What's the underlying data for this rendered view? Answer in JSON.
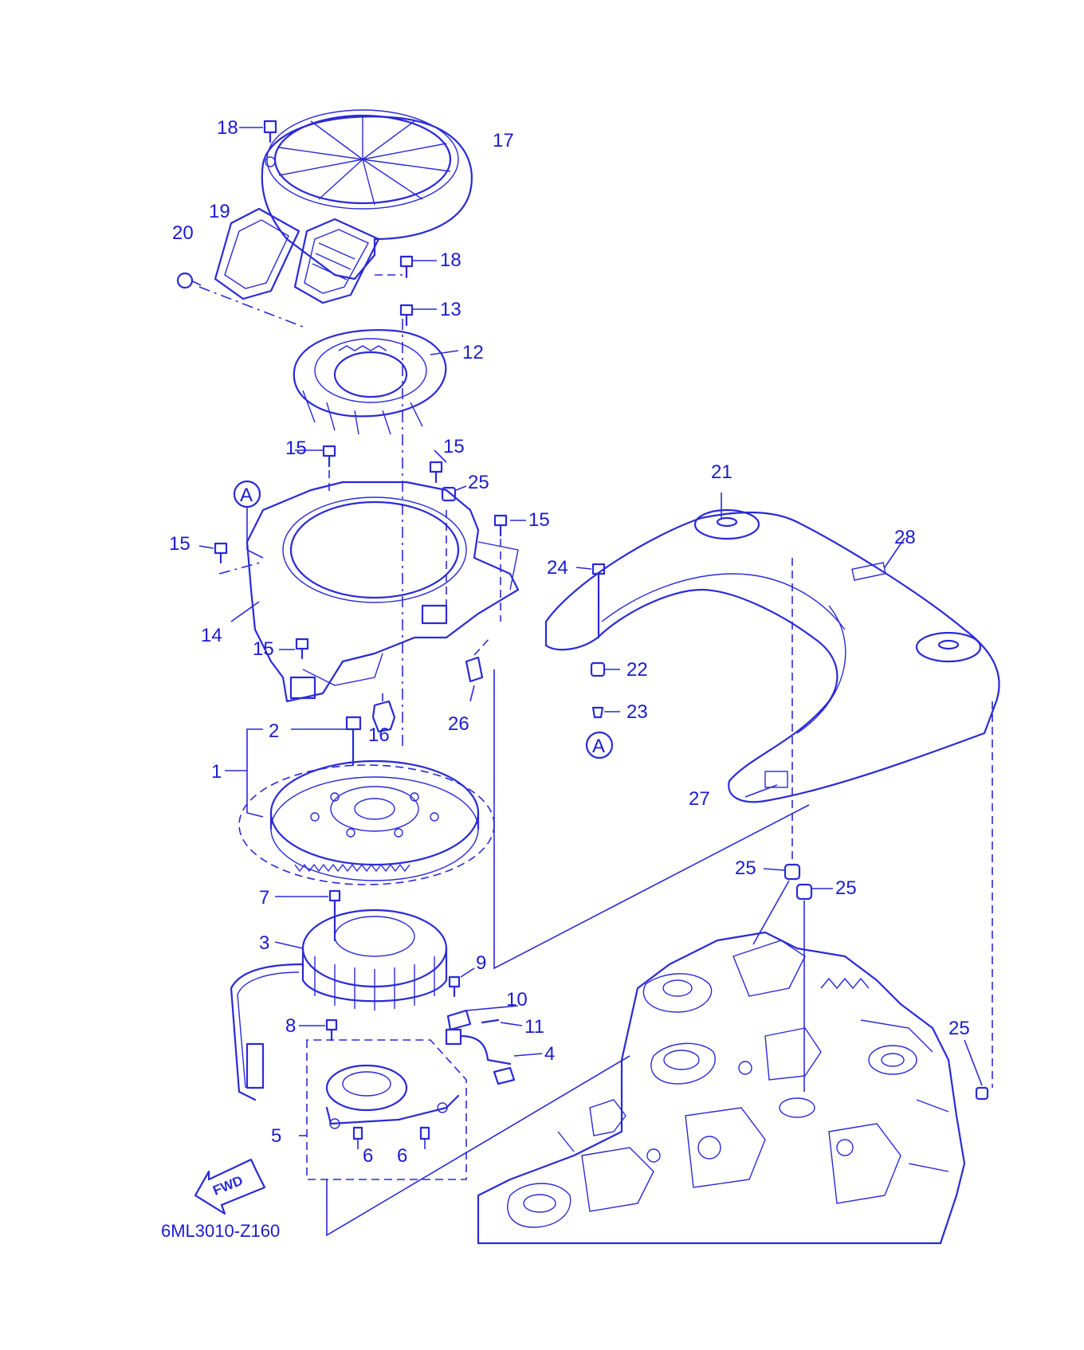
{
  "diagram_code": "6ML3010-Z160",
  "fwd_label": "FWD",
  "reference_mark": "A",
  "part_numbers": {
    "p1": "1",
    "p2": "2",
    "p3": "3",
    "p4": "4",
    "p5": "5",
    "p6a": "6",
    "p6b": "6",
    "p7": "7",
    "p8": "8",
    "p9": "9",
    "p10": "10",
    "p11": "11",
    "p12": "12",
    "p13": "13",
    "p14": "14",
    "p15a": "15",
    "p15b": "15",
    "p15c": "15",
    "p15d": "15",
    "p15e": "15",
    "p16": "16",
    "p17": "17",
    "p18a": "18",
    "p18b": "18",
    "p19": "19",
    "p20": "20",
    "p21": "21",
    "p22": "22",
    "p23": "23",
    "p24": "24",
    "p25a": "25",
    "p25b": "25",
    "p25c": "25",
    "p25d": "25",
    "p26": "26",
    "p27": "27",
    "p28": "28"
  },
  "colors": {
    "line": "#2a2ad8",
    "text": "#1b1bd0",
    "background": "#ffffff"
  }
}
